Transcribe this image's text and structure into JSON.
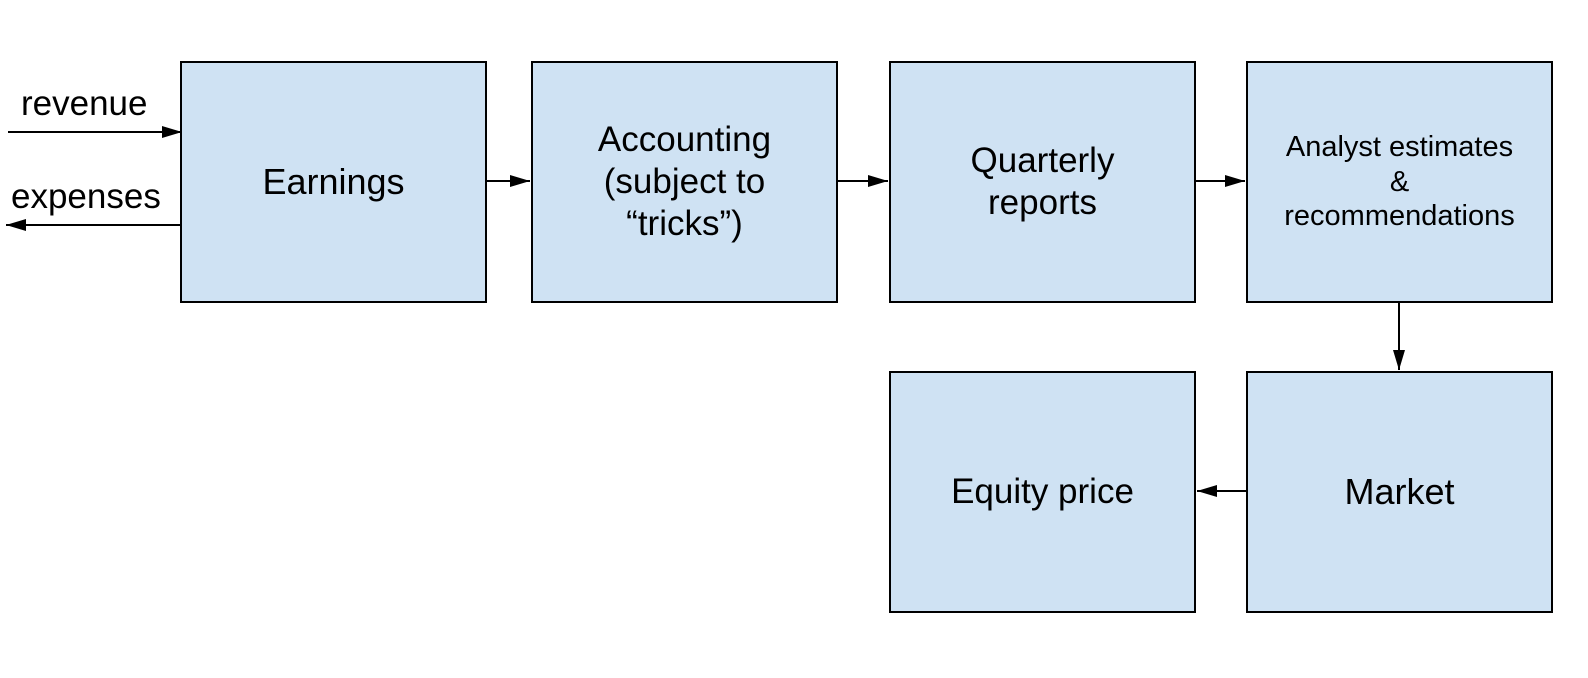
{
  "nodes": {
    "earnings": "Earnings",
    "accounting": "Accounting\n(subject to\n“tricks”)",
    "quarterly_reports": "Quarterly\nreports",
    "analyst": "Analyst estimates\n&\nrecommendations",
    "market": "Market",
    "equity_price": "Equity price"
  },
  "labels": {
    "revenue": "revenue",
    "expenses": "expenses"
  },
  "colors": {
    "box_fill": "#cfe2f3",
    "stroke": "#000000"
  }
}
